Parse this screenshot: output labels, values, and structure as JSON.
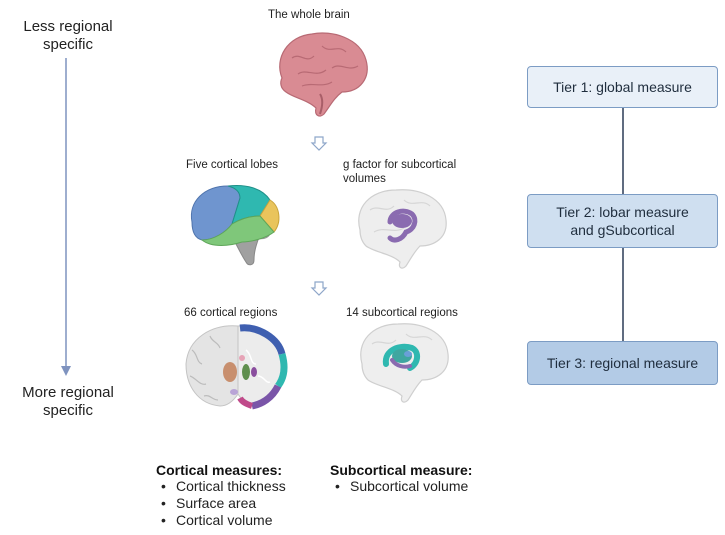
{
  "left_axis": {
    "top_label": "Less regional\nspecific",
    "bottom_label": "More regional\nspecific"
  },
  "captions": {
    "whole_brain": "The whole brain",
    "five_lobes": "Five cortical lobes",
    "g_factor": "g factor for subcortical\nvolumes",
    "cortical_regions": "66 cortical regions",
    "subcortical_regions": "14 subcortical regions"
  },
  "tiers": [
    {
      "label": "Tier 1: global measure",
      "fill": "#e9f0f8"
    },
    {
      "label": "Tier 2: lobar measure\nand gSubcortical",
      "fill": "#cfdff0"
    },
    {
      "label": "Tier 3: regional measure",
      "fill": "#b3cbe6"
    }
  ],
  "cortical_measures": {
    "title": "Cortical measures:",
    "items": [
      "Cortical thickness",
      "Surface area",
      "Cortical volume"
    ]
  },
  "subcortical_measure": {
    "title": "Subcortical measure:",
    "items": [
      "Subcortical volume"
    ]
  },
  "colors": {
    "axis_line": "#7f93bf",
    "tier_connector": "#2b3a55",
    "brain_pink": "#d98b93",
    "lobe_frontal": "#6f95cf",
    "lobe_parietal": "#2fb8b0",
    "lobe_temporal": "#7fc77a",
    "lobe_occipital": "#e9c45c",
    "subcortical_purple": "#8a6bb0"
  }
}
